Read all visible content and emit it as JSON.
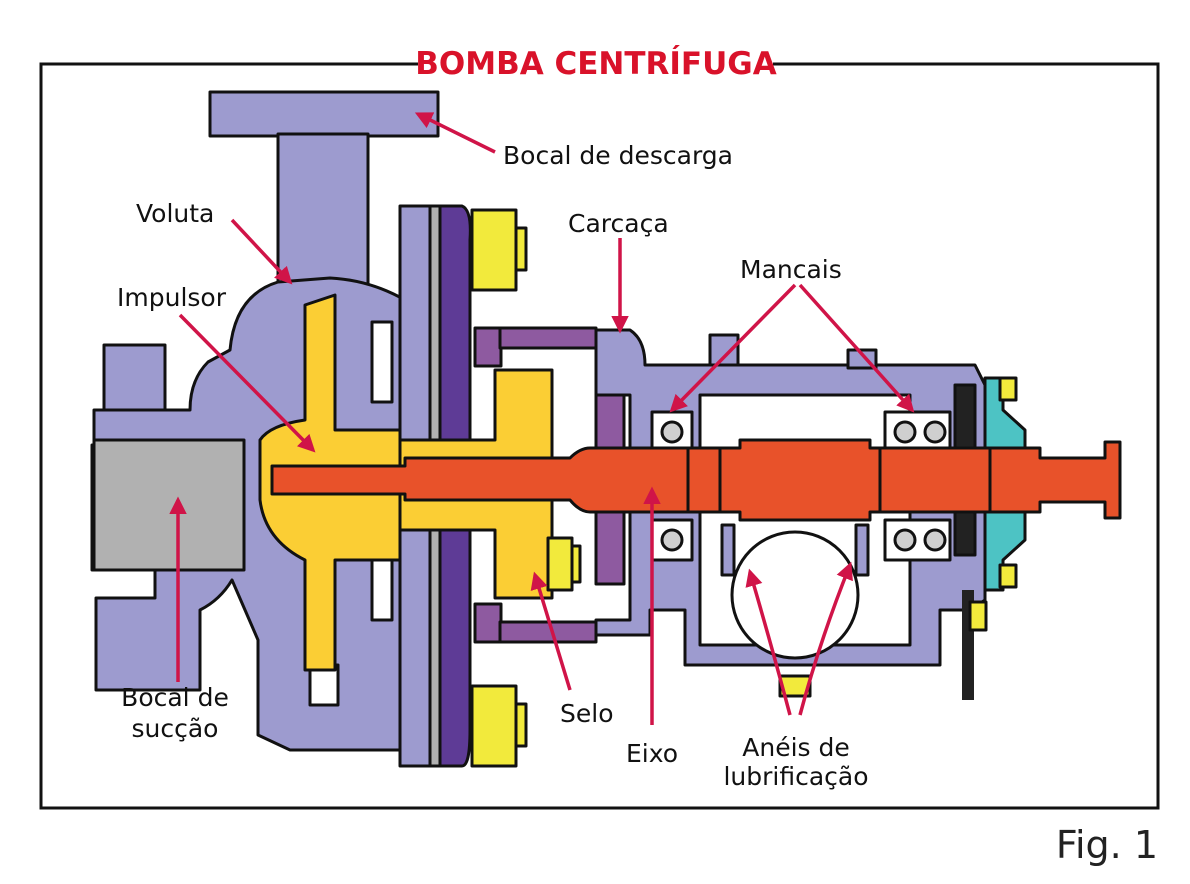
{
  "title": "BOMBA CENTRÍFUGA",
  "figure_label": "Fig. 1",
  "labels": {
    "bocal_descarga": "Bocal de descarga",
    "voluta": "Voluta",
    "impulsor": "Impulsor",
    "carcaca": "Carcaça",
    "mancais": "Mancais",
    "bocal_succao_1": "Bocal de",
    "bocal_succao_2": "sucção",
    "selo": "Selo",
    "eixo": "Eixo",
    "aneis_1": "Anéis de",
    "aneis_2": "lubrificação"
  },
  "colors": {
    "casing": "#9d9bcf",
    "impeller": "#fbce34",
    "shaft": "#e8522a",
    "suction_pipe": "#b1b1b1",
    "gasket": "#5e3b96",
    "bracket": "#8e5aa0",
    "bolt": "#f2ea3c",
    "coupling_guard": "#4dc3c4",
    "arrow": "#d01448",
    "title": "#d9122a"
  }
}
